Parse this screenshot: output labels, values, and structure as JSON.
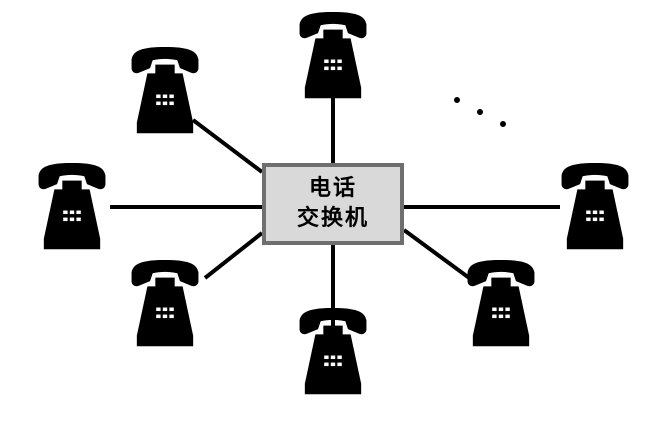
{
  "switch": {
    "line1": "电话",
    "line2": "交换机",
    "fill_color": "#d9d9d9",
    "border_color": "#6f6f6f"
  },
  "phones": [
    {
      "id": "top",
      "icon": "telephone-icon"
    },
    {
      "id": "upper-left",
      "icon": "telephone-icon"
    },
    {
      "id": "left",
      "icon": "telephone-icon"
    },
    {
      "id": "lower-left",
      "icon": "telephone-icon"
    },
    {
      "id": "bottom",
      "icon": "telephone-icon"
    },
    {
      "id": "lower-right",
      "icon": "telephone-icon"
    },
    {
      "id": "right",
      "icon": "telephone-icon"
    }
  ],
  "more_indicator": "ellipsis-dots",
  "line_color": "#000000",
  "phone_color": "#000000"
}
